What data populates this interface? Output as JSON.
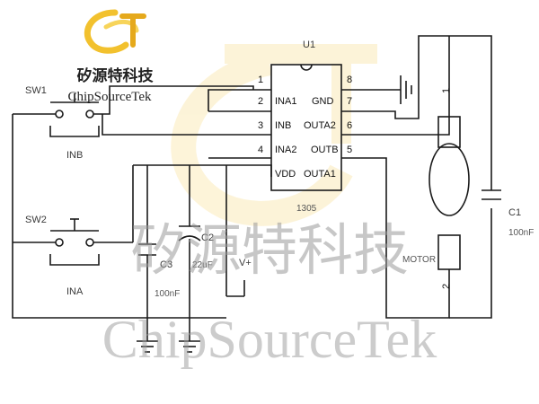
{
  "logo": {
    "text": "CST",
    "cn": "矽源特科技",
    "en": "ChipSourceTek"
  },
  "watermark": {
    "cn": "矽源特科技",
    "en": "ChipSourceTek"
  },
  "ic": {
    "ref": "U1",
    "part": "1305",
    "pins_left": [
      {
        "num": "1",
        "name": ""
      },
      {
        "num": "2",
        "name": "INA1"
      },
      {
        "num": "3",
        "name": "INB"
      },
      {
        "num": "4",
        "name": "INA2"
      },
      {
        "num": "",
        "name": "VDD"
      }
    ],
    "pins_right": [
      {
        "num": "8",
        "name": ""
      },
      {
        "num": "7",
        "name": "GND"
      },
      {
        "num": "6",
        "name": "OUTA2"
      },
      {
        "num": "5",
        "name": "OUTB"
      },
      {
        "num": "",
        "name": "OUTA1"
      }
    ]
  },
  "switches": {
    "sw1": {
      "ref": "SW1",
      "net": "INB"
    },
    "sw2": {
      "ref": "SW2",
      "net": "INA"
    }
  },
  "capacitors": {
    "c1": {
      "ref": "C1",
      "value": "100nF"
    },
    "c2": {
      "ref": "C2",
      "value": "22uF"
    },
    "c3": {
      "ref": "C3",
      "value": "100nF"
    }
  },
  "power": {
    "label": "V+"
  },
  "motor": {
    "label": "MOTOR",
    "pin1": "1",
    "pin2": "2"
  },
  "colors": {
    "logo_yellow": "#f2c12e",
    "logo_dark": "#2b2b2b",
    "wire": "#1a1a1a",
    "watermark": "#9a9a9a"
  }
}
